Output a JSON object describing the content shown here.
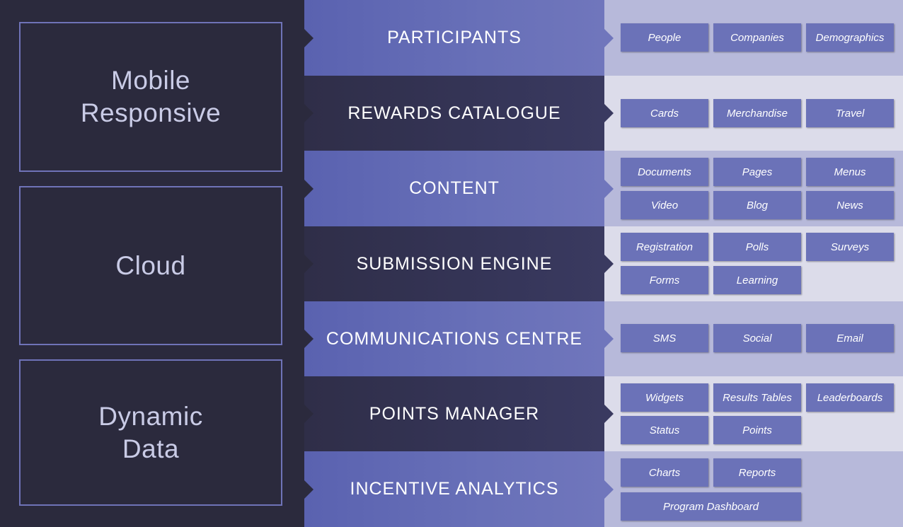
{
  "features": [
    "Mobile\nResponsive",
    "Cloud",
    "Dynamic\nData"
  ],
  "modules": [
    {
      "title": "PARTICIPANTS",
      "tags": [
        "People",
        "Companies",
        "Demographics"
      ]
    },
    {
      "title": "REWARDS CATALOGUE",
      "tags": [
        "Cards",
        "Merchandise",
        "Travel"
      ]
    },
    {
      "title": "CONTENT",
      "tags": [
        "Documents",
        "Pages",
        "Menus",
        "Video",
        "Blog",
        "News"
      ]
    },
    {
      "title": "SUBMISSION ENGINE",
      "tags": [
        "Registration",
        "Polls",
        "Surveys",
        "Forms",
        "Learning"
      ]
    },
    {
      "title": "COMMUNICATIONS CENTRE",
      "tags": [
        "SMS",
        "Social",
        "Email"
      ]
    },
    {
      "title": "POINTS MANAGER",
      "tags": [
        "Widgets",
        "Results Tables",
        "Leaderboards",
        "Status",
        "Points"
      ]
    },
    {
      "title": "INCENTIVE ANALYTICS",
      "tags": [
        "Charts",
        "Reports",
        "Program Dashboard"
      ]
    }
  ]
}
